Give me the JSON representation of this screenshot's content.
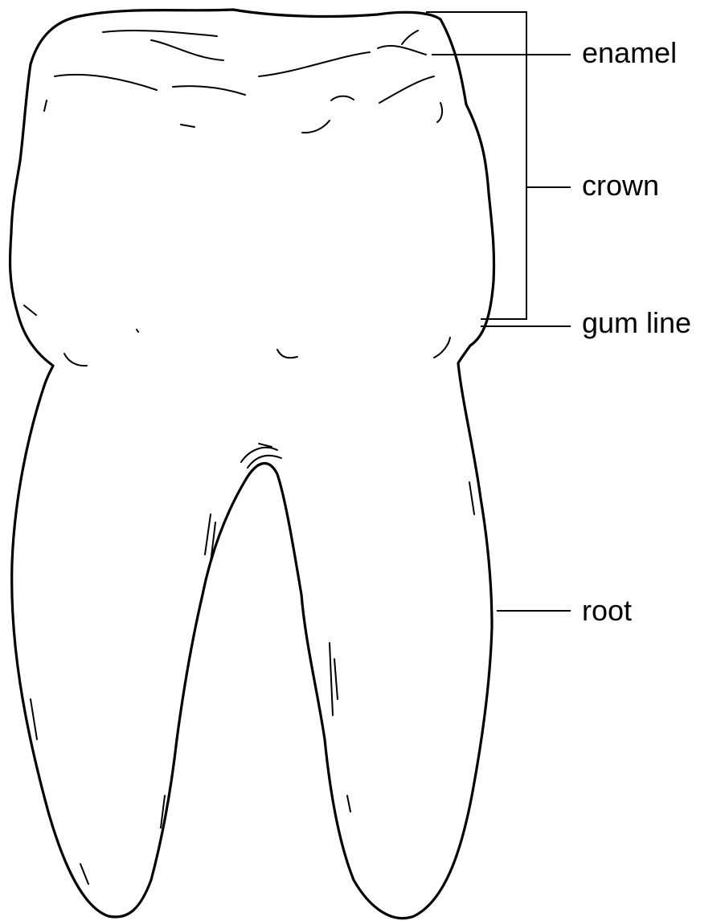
{
  "labels": {
    "enamel": "enamel",
    "crown": "crown",
    "gum_line": "gum line",
    "root": "root"
  },
  "colors": {
    "line": "#000000",
    "background": "#ffffff"
  }
}
